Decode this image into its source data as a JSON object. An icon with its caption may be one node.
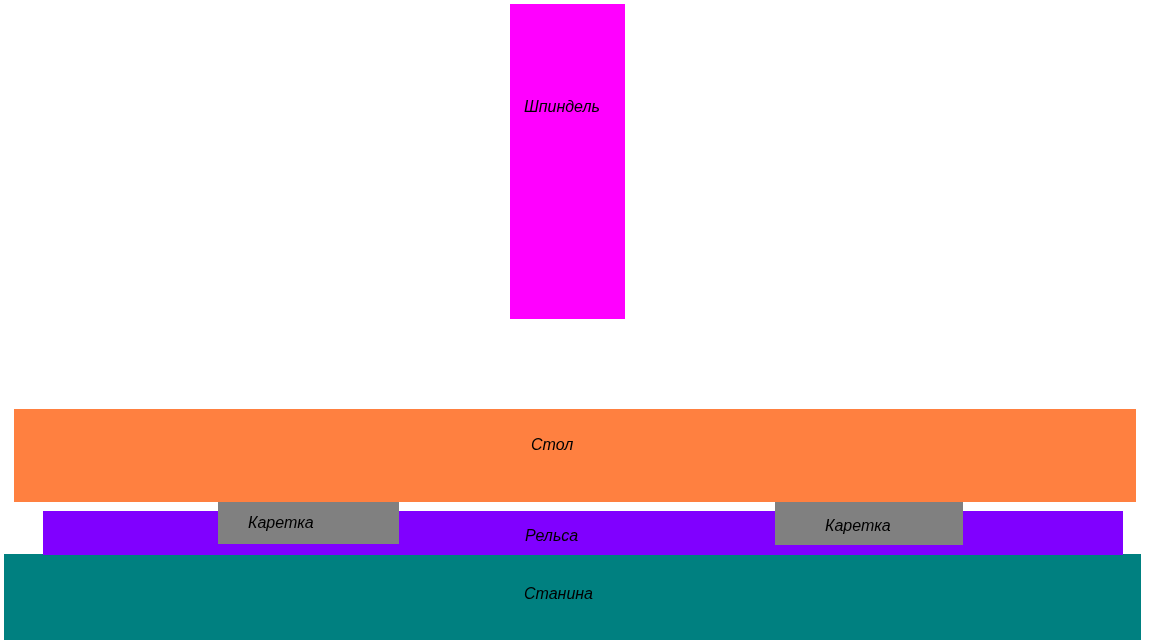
{
  "diagram": {
    "nodes": [
      {
        "text": [
          "Шпиндель"
        ]
      },
      {
        "text": [
          "Стол"
        ]
      },
      {
        "text": [
          "Каретка"
        ]
      },
      {
        "text": [
          "Рельса"
        ]
      },
      {
        "text": [
          "Каретка"
        ]
      },
      {
        "text": [
          "Станина"
        ]
      }
    ]
  }
}
